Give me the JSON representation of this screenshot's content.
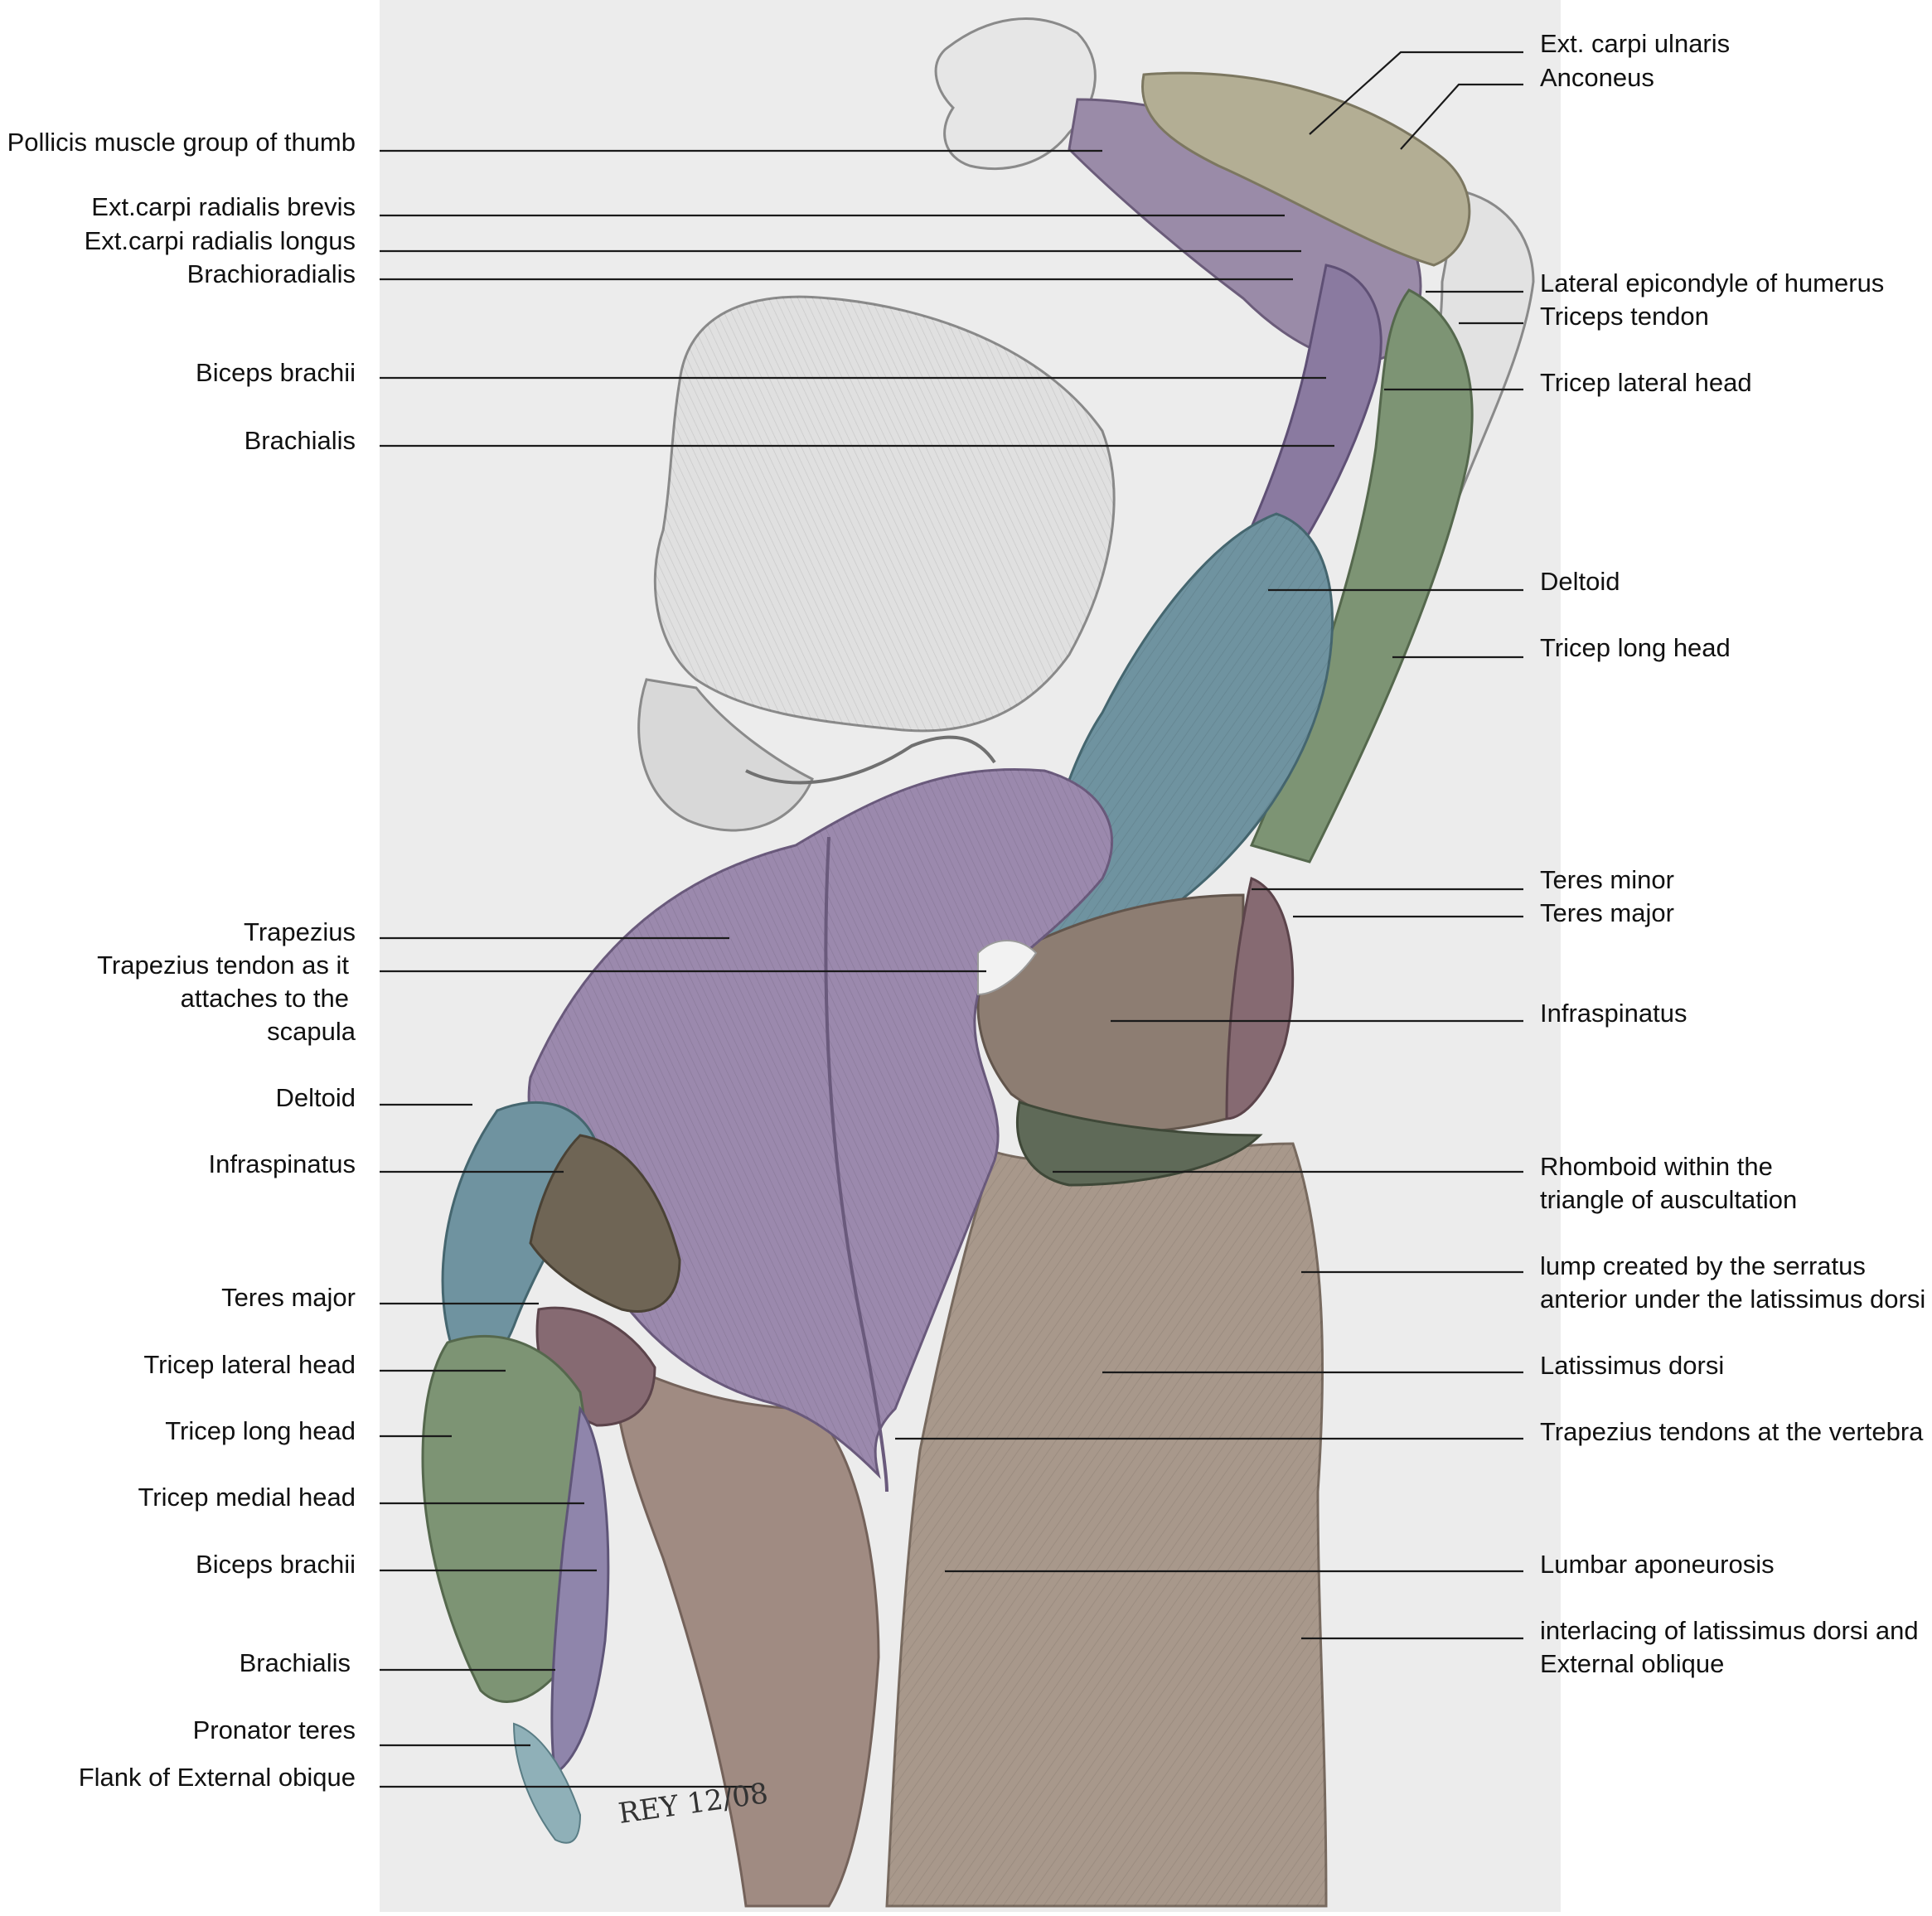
{
  "labels_left": [
    "Pollicis muscle group of thumb",
    "Ext.carpi radialis brevis",
    "Ext.carpi radialis longus",
    "Brachioradialis",
    "Biceps brachii",
    "Brachialis",
    "Trapezius",
    "Trapezius tendon as it",
    "attaches to the",
    "scapula",
    "Deltoid",
    "Infraspinatus",
    "Teres major",
    "Tricep lateral head",
    "Tricep  long head",
    "Tricep medial head",
    "Biceps brachii",
    "Brachialis",
    "Pronator teres",
    "Flank of External obique"
  ],
  "labels_right": [
    "Ext. carpi ulnaris",
    "Anconeus",
    "Lateral epicondyle of humerus",
    "Triceps tendon",
    "Tricep lateral head",
    "Deltoid",
    "Tricep long head",
    "Teres minor",
    "Teres major",
    "Infraspinatus",
    "Rhomboid  within the",
    "triangle of auscultation",
    "lump created by the serratus",
    "anterior under the latissimus dorsi",
    "Latissimus dorsi",
    "Trapezius tendons at the vertebra",
    "Lumbar aponeurosis",
    "interlacing of latissimus dorsi and",
    "External oblique"
  ],
  "signature": "REY 12/08",
  "colors": {
    "background": "#ffffff",
    "paper": "#ececec",
    "sketch": "#8a8a8a",
    "trapezius": "#9b89ad",
    "deltoid": "#6f93a0",
    "latissimus": "#a8988b",
    "infraspinatus": "#8d7d72",
    "teres_major": "#866a72",
    "triceps": "#7d9474",
    "forearm_extensors": "#b3ae94",
    "forearm_flexors": "#9a8ba8",
    "rhomboid": "#5f6a58"
  }
}
